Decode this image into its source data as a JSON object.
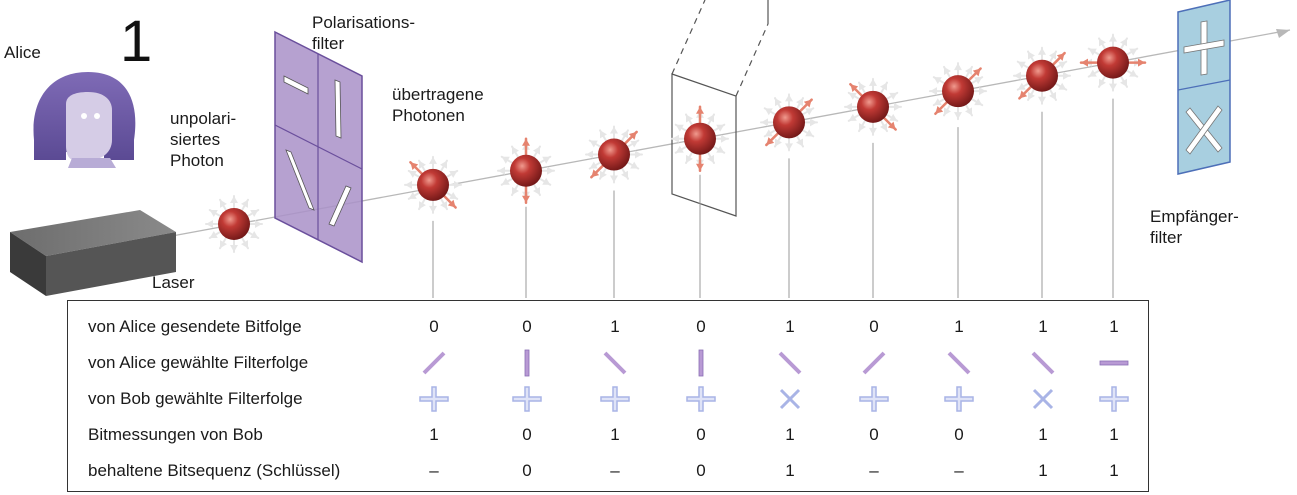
{
  "figure_number": "1",
  "labels": {
    "alice": "Alice",
    "laser": "Laser",
    "unpolarized_photon": "unpolari-\nsiertes\nPhoton",
    "polarization_filter": "Polarisations-\nfilter",
    "transmitted_photons": "übertragene\nPhotonen",
    "receiver_filter": "Empfänger-\nfilter"
  },
  "table": {
    "rows": [
      {
        "label": "von Alice gesendete Bitfolge",
        "type": "text",
        "values": [
          "0",
          "0",
          "1",
          "0",
          "1",
          "0",
          "1",
          "1",
          "1"
        ]
      },
      {
        "label": "von Alice gewählte Filterfolge",
        "type": "filter",
        "values": [
          "diag-up",
          "vertical",
          "diag-down",
          "vertical",
          "diag-down",
          "diag-up",
          "diag-down",
          "diag-down",
          "horizontal"
        ]
      },
      {
        "label": "von Bob gewählte Filterfolge",
        "type": "filter",
        "values": [
          "plus",
          "plus",
          "plus",
          "plus",
          "cross",
          "plus",
          "plus",
          "cross",
          "plus"
        ]
      },
      {
        "label": "Bitmessungen von Bob",
        "type": "text",
        "values": [
          "1",
          "0",
          "1",
          "0",
          "1",
          "0",
          "0",
          "1",
          "1"
        ]
      },
      {
        "label": "behaltene Bitsequenz (Schlüssel)",
        "type": "text",
        "values": [
          "–",
          "0",
          "–",
          "0",
          "1",
          "–",
          "–",
          "1",
          "1"
        ]
      }
    ]
  },
  "colors": {
    "photon": "#b8302e",
    "arrow": "#e5836f",
    "alice_filter": "#a990c8",
    "bob_filter": "#a8cfe0",
    "table_filter_alice": "#b89ad4",
    "table_filter_bob": "#a9b4e6"
  }
}
